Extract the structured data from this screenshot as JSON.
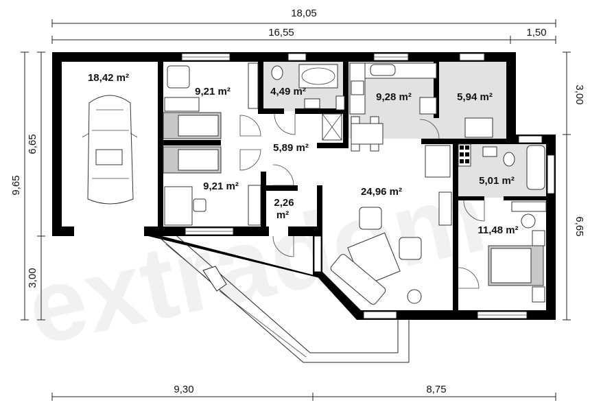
{
  "dimensions": {
    "total_width": "18,05",
    "main_width": "16,55",
    "extra_width": "1,50",
    "total_depth": "9,65",
    "left_depth": "6,65",
    "left_terrace": "3,00",
    "right_top": "3,00",
    "right_lower": "6,65",
    "bottom_left": "9,30",
    "bottom_right": "8,75"
  },
  "rooms": {
    "garage": "18,42 m²",
    "bedroom_top_left": "9,21 m²",
    "bathroom": "4,49 m²",
    "kitchen": "9,28 m²",
    "utility": "5,94 m²",
    "hall": "5,89 m²",
    "bedroom_bottom_left": "9,21 m²",
    "storage_top": "2,26",
    "storage_bottom": "m²",
    "living": "24,96 m²",
    "bathroom_small": "5,01 m²",
    "bedroom_master": "11,48 m²"
  },
  "watermark": "extradom"
}
